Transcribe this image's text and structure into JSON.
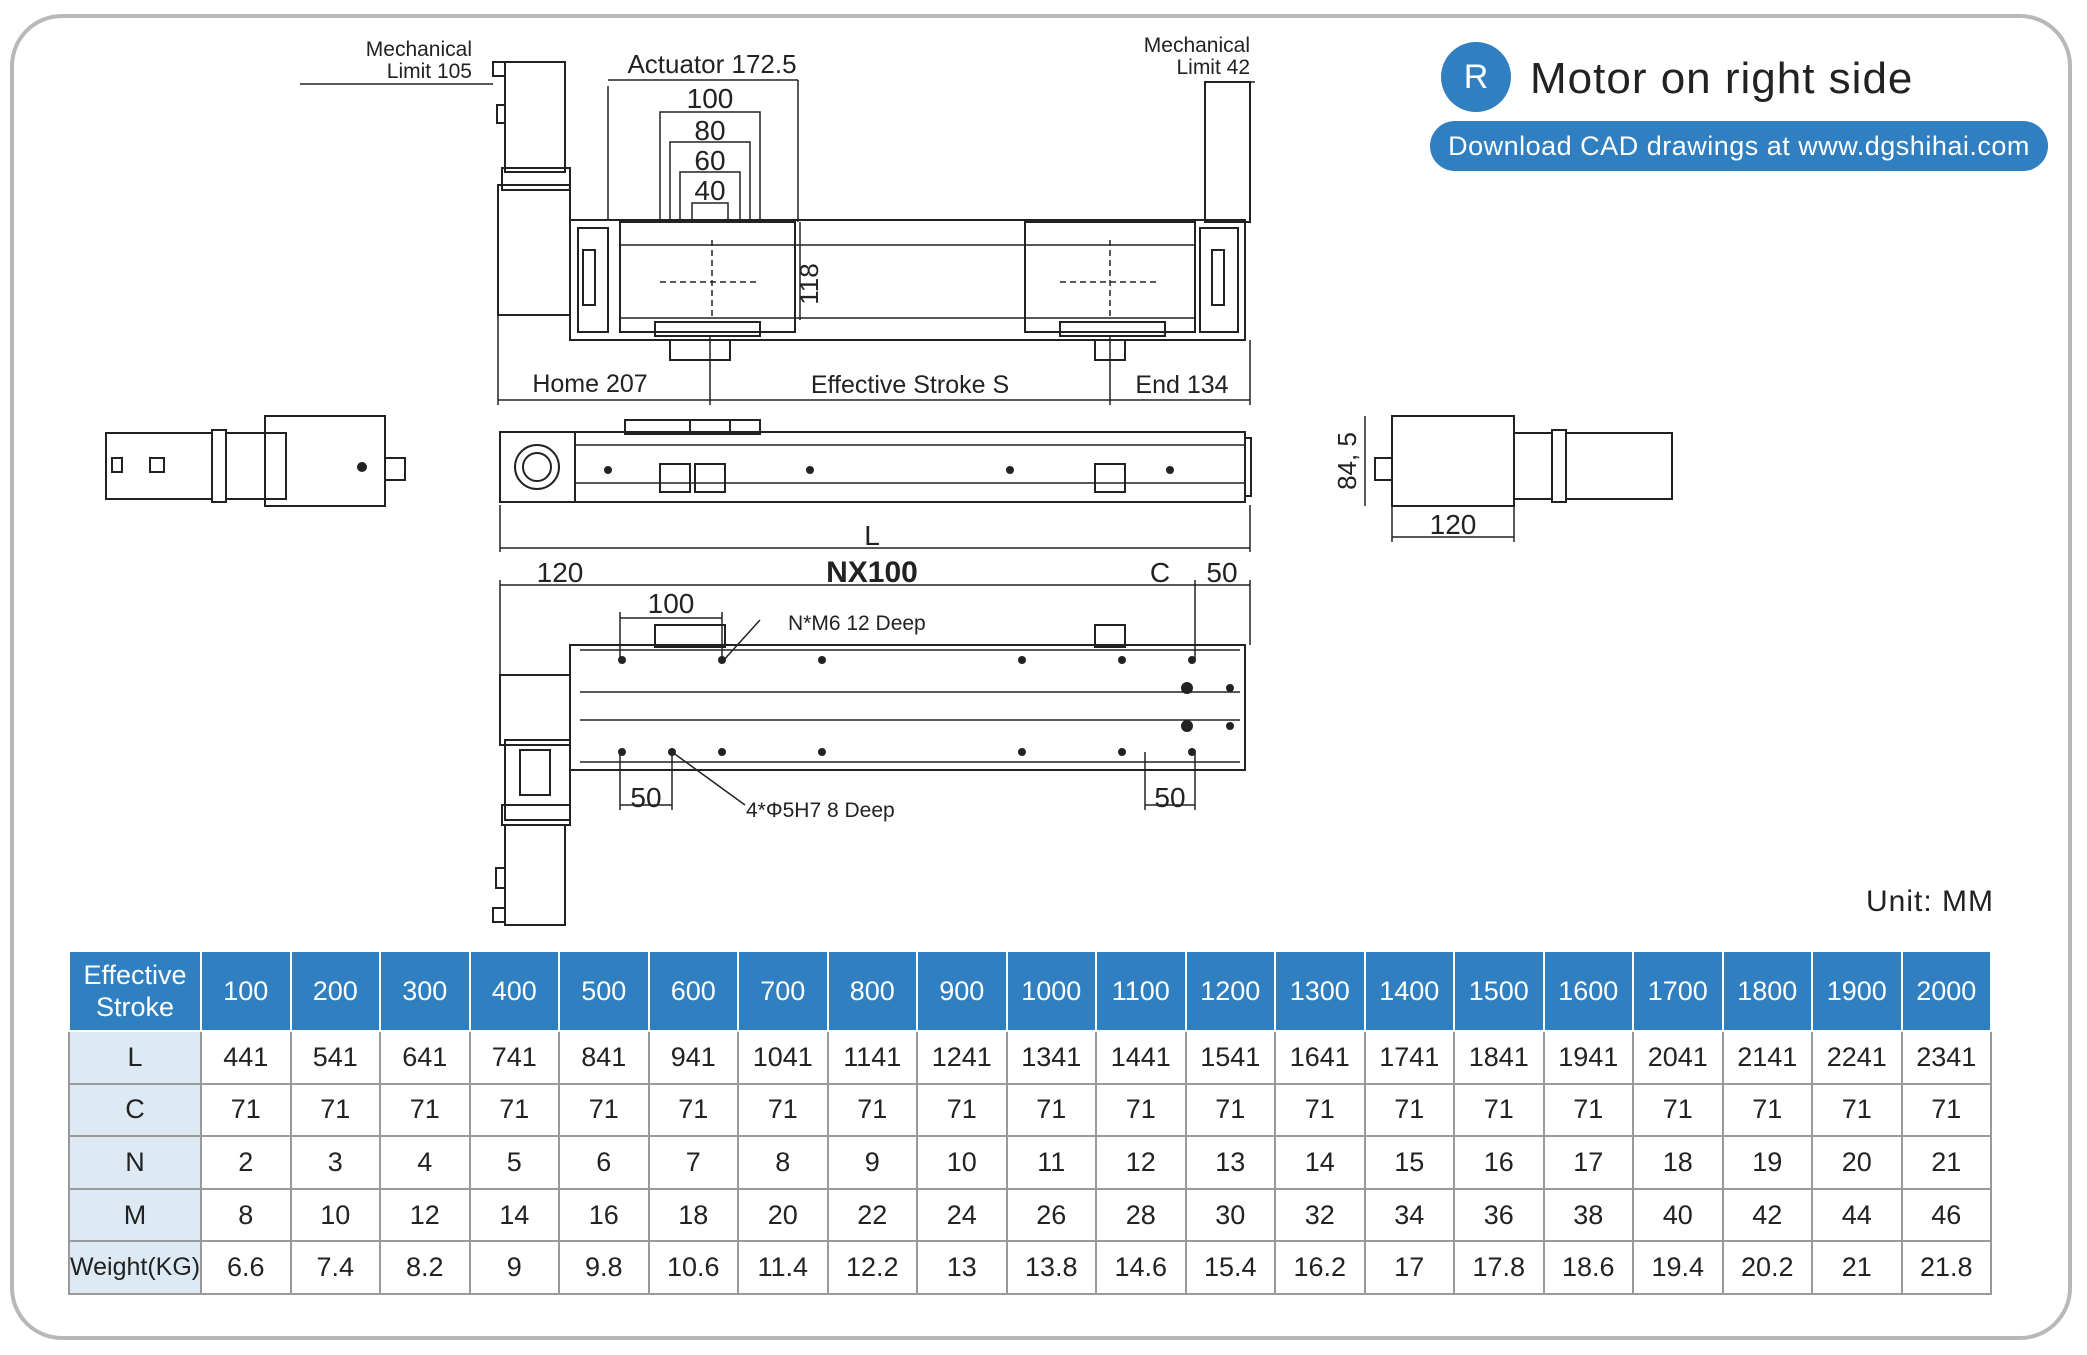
{
  "header": {
    "badge": "R",
    "title": "Motor on right side",
    "download": "Download CAD drawings at www.dgshihai.com"
  },
  "drawing": {
    "model": "NX100",
    "mech_limit_left_1": "Mechanical",
    "mech_limit_left_2": "Limit 105",
    "mech_limit_right_1": "Mechanical",
    "mech_limit_right_2": "Limit 42",
    "actuator": "Actuator 172.5",
    "dim_100": "100",
    "dim_80": "80",
    "dim_60": "60",
    "dim_40": "40",
    "dim_118": "118",
    "home": "Home 207",
    "effective_stroke": "Effective Stroke S",
    "end": "End 134",
    "dim_L": "L",
    "dim_120_bottom": "120",
    "dim_C": "C",
    "dim_50_top": "50",
    "dim_100_bottom": "100",
    "thread_note": "N*M6 12 Deep",
    "pin_note": "4*Φ5H7 8 Deep",
    "dim_50_left": "50",
    "dim_50_right": "50",
    "side_height": "84, 5",
    "side_width": "120"
  },
  "unit": "Unit: MM",
  "table": {
    "header_first_line1": "Effective",
    "header_first_line2": "Stroke",
    "strokes": [
      "100",
      "200",
      "300",
      "400",
      "500",
      "600",
      "700",
      "800",
      "900",
      "1000",
      "1100",
      "1200",
      "1300",
      "1400",
      "1500",
      "1600",
      "1700",
      "1800",
      "1900",
      "2000"
    ],
    "rows": [
      {
        "label": "L",
        "values": [
          "441",
          "541",
          "641",
          "741",
          "841",
          "941",
          "1041",
          "1141",
          "1241",
          "1341",
          "1441",
          "1541",
          "1641",
          "1741",
          "1841",
          "1941",
          "2041",
          "2141",
          "2241",
          "2341"
        ]
      },
      {
        "label": "C",
        "values": [
          "71",
          "71",
          "71",
          "71",
          "71",
          "71",
          "71",
          "71",
          "71",
          "71",
          "71",
          "71",
          "71",
          "71",
          "71",
          "71",
          "71",
          "71",
          "71",
          "71"
        ]
      },
      {
        "label": "N",
        "values": [
          "2",
          "3",
          "4",
          "5",
          "6",
          "7",
          "8",
          "9",
          "10",
          "11",
          "12",
          "13",
          "14",
          "15",
          "16",
          "17",
          "18",
          "19",
          "20",
          "21"
        ]
      },
      {
        "label": "M",
        "values": [
          "8",
          "10",
          "12",
          "14",
          "16",
          "18",
          "20",
          "22",
          "24",
          "26",
          "28",
          "30",
          "32",
          "34",
          "36",
          "38",
          "40",
          "42",
          "44",
          "46"
        ]
      },
      {
        "label": "Weight(KG)",
        "values": [
          "6.6",
          "7.4",
          "8.2",
          "9",
          "9.8",
          "10.6",
          "11.4",
          "12.2",
          "13",
          "13.8",
          "14.6",
          "15.4",
          "16.2",
          "17",
          "17.8",
          "18.6",
          "19.4",
          "20.2",
          "21",
          "21.8"
        ]
      }
    ]
  }
}
